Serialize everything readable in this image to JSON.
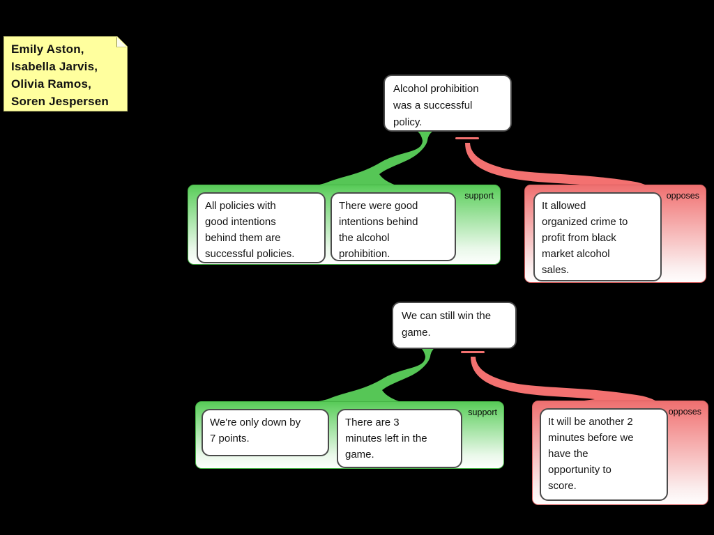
{
  "note": {
    "text": "Emily Aston,\nIsabella Jarvis,\nOlivia Ramos,\nSoren Jespersen",
    "bg": "#ffff9e"
  },
  "colors": {
    "support": "#56c656",
    "oppose": "#f37170",
    "support_group_top": "#5ecd5e",
    "oppose_group_top": "#f07878",
    "box_border": "#4a4a4a",
    "background": "#000000"
  },
  "maps": [
    {
      "claim": "Alcohol prohibition\nwas a successful\npolicy.",
      "support": {
        "label": "support",
        "premises": [
          "All policies with\ngood intentions\nbehind them are\nsuccessful policies.",
          "There were good\nintentions behind\nthe alcohol\nprohibition."
        ]
      },
      "oppose": {
        "label": "opposes",
        "premises": [
          "It allowed\norganized crime to\nprofit from black\nmarket alcohol\nsales."
        ]
      }
    },
    {
      "claim": "We can still win the\ngame.",
      "support": {
        "label": "support",
        "premises": [
          "We're only down by\n7 points.",
          "There are 3\nminutes left in the\ngame."
        ]
      },
      "oppose": {
        "label": "opposes",
        "premises": [
          "It will be another 2\nminutes before we\nhave the\nopportunity to\nscore."
        ]
      }
    }
  ]
}
